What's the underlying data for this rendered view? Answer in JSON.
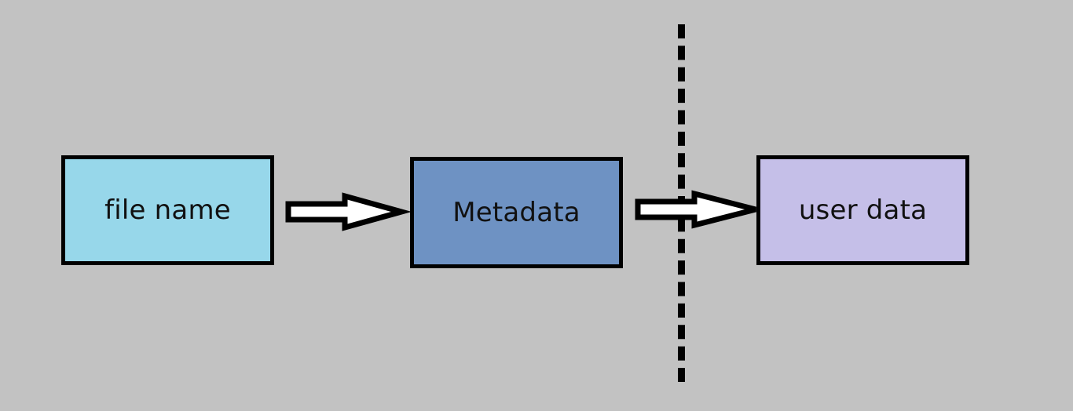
{
  "diagram": {
    "title": "file name to metadata to user data flow",
    "background_color": "#c2c2c2",
    "nodes": [
      {
        "id": "file-name",
        "label": "file name",
        "fill": "#97d7ea",
        "border_color": "#000000"
      },
      {
        "id": "metadata",
        "label": "Metadata",
        "fill": "#6e92c3",
        "border_color": "#000000"
      },
      {
        "id": "user-data",
        "label": "user data",
        "fill": "#c5bfe8",
        "border_color": "#000000"
      }
    ],
    "arrows": [
      {
        "id": "arrow-file-name-to-metadata",
        "from": "file name",
        "to": "Metadata",
        "label": "",
        "fill": "#ffffff",
        "stroke": "#000000",
        "direction": "right"
      },
      {
        "id": "arrow-metadata-to-user-data",
        "from": "Metadata",
        "to": "user data",
        "label": "",
        "fill": "#ffffff",
        "stroke": "#000000",
        "direction": "right"
      }
    ],
    "divider": {
      "id": "boundary-line",
      "label": "",
      "style": "dashed",
      "orientation": "vertical",
      "color": "#000000"
    }
  }
}
